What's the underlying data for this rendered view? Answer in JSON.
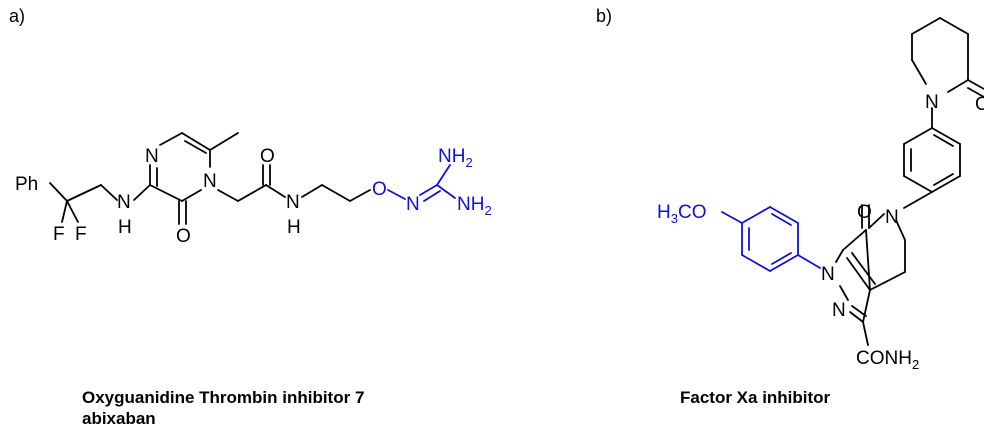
{
  "panels": {
    "a": {
      "label": "a)",
      "caption_line1": "Oxyguanidine Thrombin inhibitor 7",
      "caption_line2": "abixaban",
      "atoms": {
        "ph": "Ph",
        "f1": "F",
        "f2": "F",
        "nh_n": "N",
        "nh_h": "H",
        "ring_n_top": "N",
        "ring_n_right": "N",
        "carbonyl_o": "O",
        "amide_o": "O",
        "amide_n": "N",
        "amide_h": "H",
        "ether_o": "O",
        "imine_n": "N",
        "nh2_top": "NH",
        "nh2_top_sub": "2",
        "nh2_right": "NH",
        "nh2_right_sub": "2"
      }
    },
    "b": {
      "label": "b)",
      "caption": "Factor Xa inhibitor",
      "atoms": {
        "methoxy": "H",
        "methoxy_sub": "3",
        "methoxy_rest": "CO",
        "piperidone_n": "N",
        "piperidone_o": "O",
        "lactam_o": "O",
        "lactam_n": "N",
        "pyrazole_n1": "N",
        "pyrazole_n2": "N",
        "carboxamide": "CONH",
        "carboxamide_sub": "2"
      }
    }
  },
  "colors": {
    "highlight": "#1010d8",
    "bond": "#000000"
  }
}
